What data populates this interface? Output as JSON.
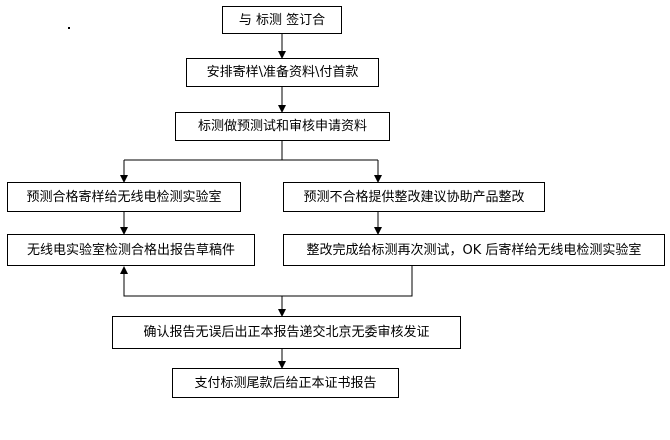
{
  "flowchart": {
    "steps": [
      {
        "id": "s1",
        "label": "与 标测 签订合"
      },
      {
        "id": "s2",
        "label": "安排寄样\\准备资料\\付首款"
      },
      {
        "id": "s3",
        "label": "标测做预测试和审核申请资料"
      },
      {
        "id": "s4",
        "label": "预测合格寄样给无线电检测实验室"
      },
      {
        "id": "s5",
        "label": "预测不合格提供整改建议协助产品整改"
      },
      {
        "id": "s6",
        "label": "无线电实验室检测合格出报告草稿件"
      },
      {
        "id": "s7",
        "label": "整改完成给标测再次测试，OK 后寄样给无线电检测实验室"
      },
      {
        "id": "s8",
        "label": "确认报告无误后出正本报告递交北京无委审核发证"
      },
      {
        "id": "s9",
        "label": "支付标测尾款后给正本证书报告"
      }
    ]
  }
}
